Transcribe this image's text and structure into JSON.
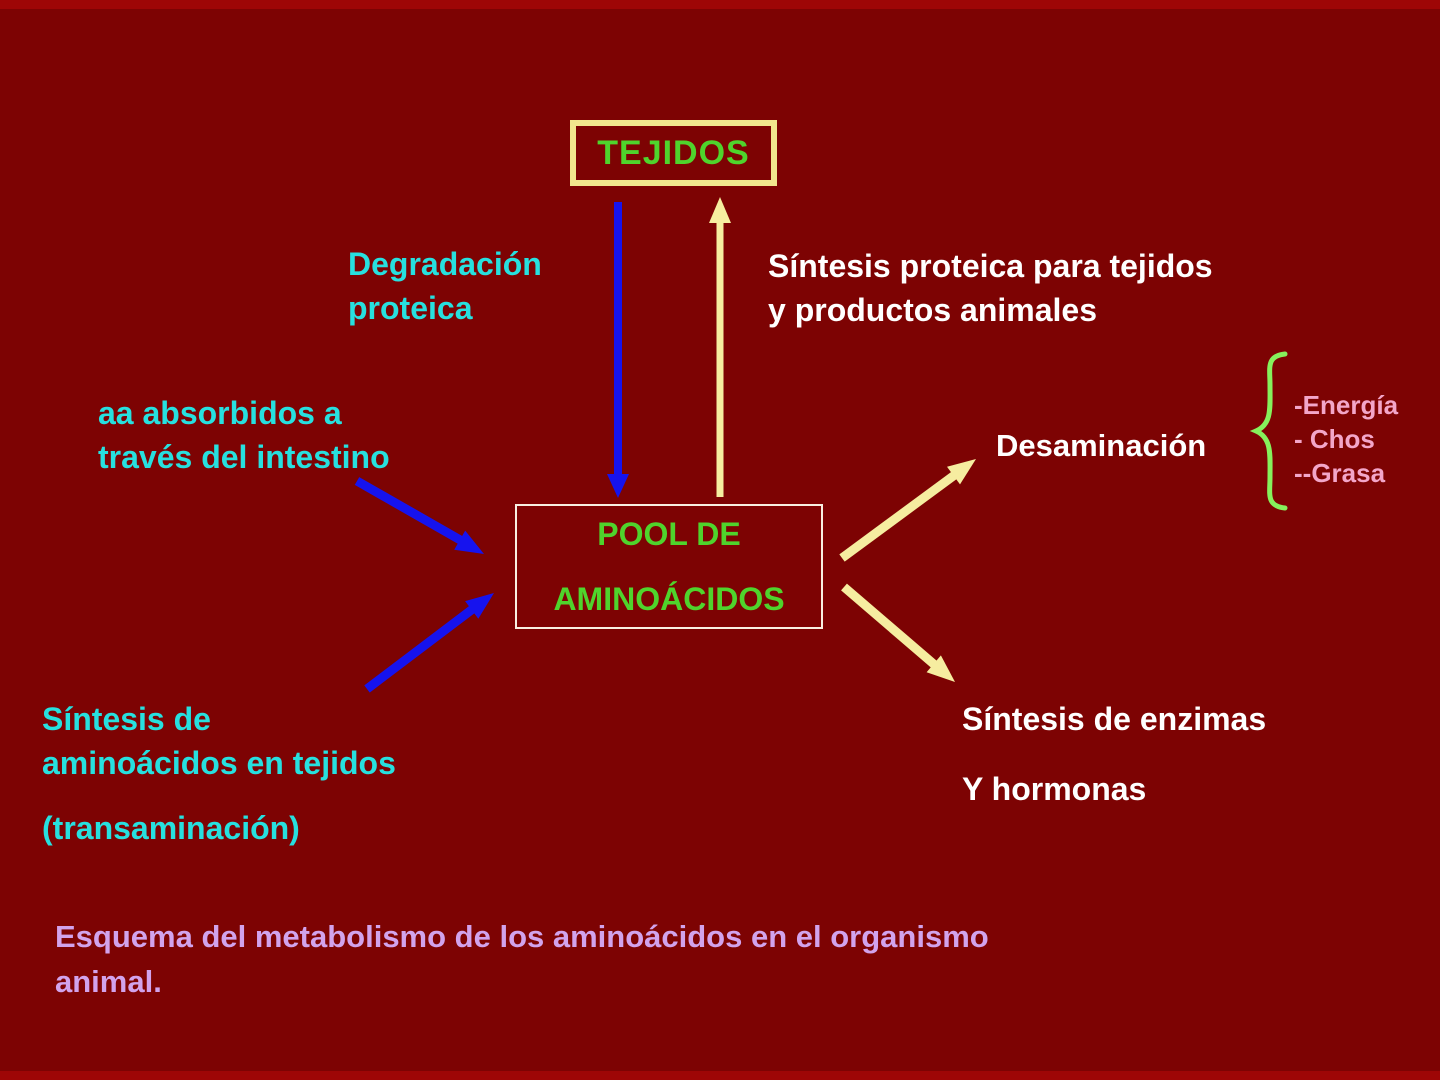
{
  "colors": {
    "background": "#7D0303",
    "edge_strip": "#9E0606",
    "green_text": "#4FD42C",
    "cyan_text": "#27E0DF",
    "white_text": "#FFFFFF",
    "blue_arrow": "#1613EE",
    "yellow_arrow": "#F6EDA0",
    "tejidos_border": "#F2E68E",
    "pool_border": "#F8EFE2",
    "pink_text": "#F3A6C9",
    "brace_green": "#86F15C",
    "caption_text": "#D2A3EC"
  },
  "tejidos_box": {
    "label": "TEJIDOS"
  },
  "pool_box": {
    "line1": "POOL DE",
    "line2": "AMINOÁCIDOS"
  },
  "labels": {
    "degradacion": {
      "line1": "Degradación",
      "line2": "proteica"
    },
    "sintesis_proteica": {
      "line1": "Síntesis proteica para tejidos",
      "line2": "y productos animales"
    },
    "aa_absorbidos": {
      "line1": "aa absorbidos a",
      "line2": "través del intestino"
    },
    "desaminacion": {
      "label": "Desaminación"
    },
    "productos_desaminacion": {
      "item1": "-Energía",
      "item2": "- Chos",
      "item3": "--Grasa"
    },
    "sintesis_aa": {
      "line1": "Síntesis de",
      "line2": "aminoácidos en tejidos",
      "line3": "(transaminación)"
    },
    "sintesis_enzimas": {
      "line1": "Síntesis de enzimas",
      "line2": "Y hormonas"
    },
    "caption": {
      "line1": "Esquema del metabolismo de los aminoácidos en el organismo",
      "line2": "animal."
    }
  }
}
